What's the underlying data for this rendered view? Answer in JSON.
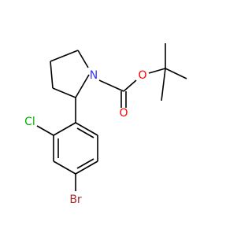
{
  "molecule": {
    "atoms": {
      "nitrogen": "N",
      "carbonyl_oxygen": "O",
      "ester_oxygen": "O",
      "chlorine": "Cl",
      "bromine": "Br"
    },
    "colors": {
      "nitrogen": "#3333ff",
      "oxygen": "#ff0000",
      "chlorine": "#00b400",
      "bromine": "#a52a2a",
      "bond": "#000000"
    }
  }
}
